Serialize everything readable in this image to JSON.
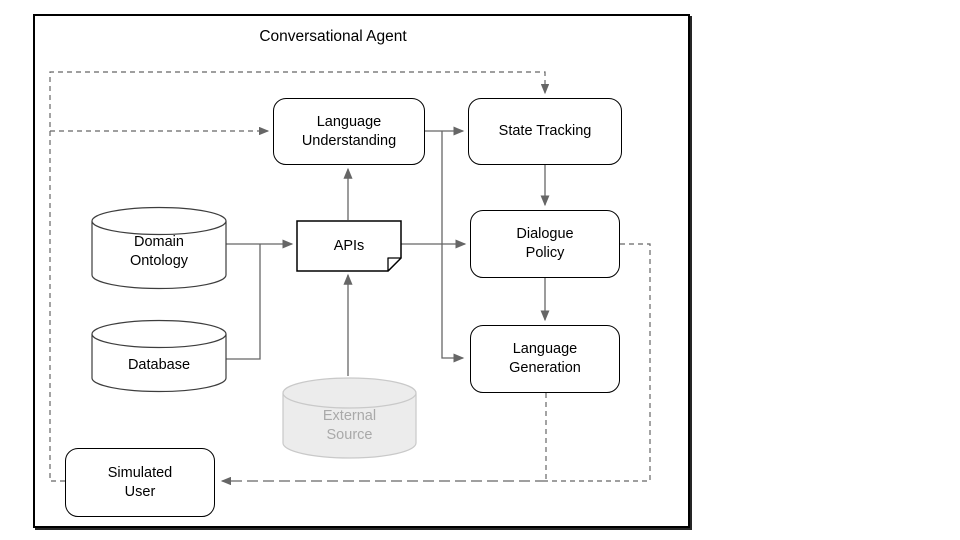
{
  "diagram": {
    "title": "Conversational Agent",
    "nodes": {
      "language_understanding": {
        "label": "Language\nUnderstanding",
        "shape": "rounded-rect"
      },
      "state_tracking": {
        "label": "State Tracking",
        "shape": "rounded-rect"
      },
      "dialogue_policy": {
        "label": "Dialogue\nPolicy",
        "shape": "rounded-rect"
      },
      "language_generation": {
        "label": "Language\nGeneration",
        "shape": "rounded-rect"
      },
      "simulated_user": {
        "label": "Simulated\nUser",
        "shape": "rounded-rect"
      },
      "apis": {
        "label": "APIs",
        "shape": "document-folded-corner"
      },
      "domain_ontology": {
        "label": "Domain\nOntology",
        "shape": "cylinder"
      },
      "database": {
        "label": "Database",
        "shape": "cylinder"
      },
      "external_source": {
        "label": "External\nSource",
        "shape": "cylinder",
        "state": "inactive-gray"
      }
    },
    "edges": [
      {
        "from": "simulated_user",
        "to": "language_understanding",
        "style": "dashed"
      },
      {
        "from": "simulated_user",
        "to": "state_tracking",
        "style": "dashed"
      },
      {
        "from": "language_understanding",
        "to": "state_tracking",
        "style": "solid"
      },
      {
        "from": "language_understanding",
        "to": "language_generation",
        "style": "solid"
      },
      {
        "from": "state_tracking",
        "to": "dialogue_policy",
        "style": "solid"
      },
      {
        "from": "dialogue_policy",
        "to": "language_generation",
        "style": "solid"
      },
      {
        "from": "apis",
        "to": "language_understanding",
        "style": "solid"
      },
      {
        "from": "apis",
        "to": "dialogue_policy",
        "style": "solid"
      },
      {
        "from": "domain_ontology",
        "to": "apis",
        "style": "solid"
      },
      {
        "from": "database",
        "to": "apis",
        "style": "solid"
      },
      {
        "from": "external_source",
        "to": "apis",
        "style": "solid"
      },
      {
        "from": "dialogue_policy",
        "to": "simulated_user",
        "style": "dashed"
      },
      {
        "from": "language_generation",
        "to": "simulated_user",
        "style": "dashed"
      }
    ],
    "colors": {
      "box_border": "#000000",
      "connector": "#666666",
      "inactive_fill": "#ececec",
      "inactive_border": "#c9c9c9",
      "inactive_text": "#a9a9a9",
      "background": "#ffffff"
    }
  }
}
